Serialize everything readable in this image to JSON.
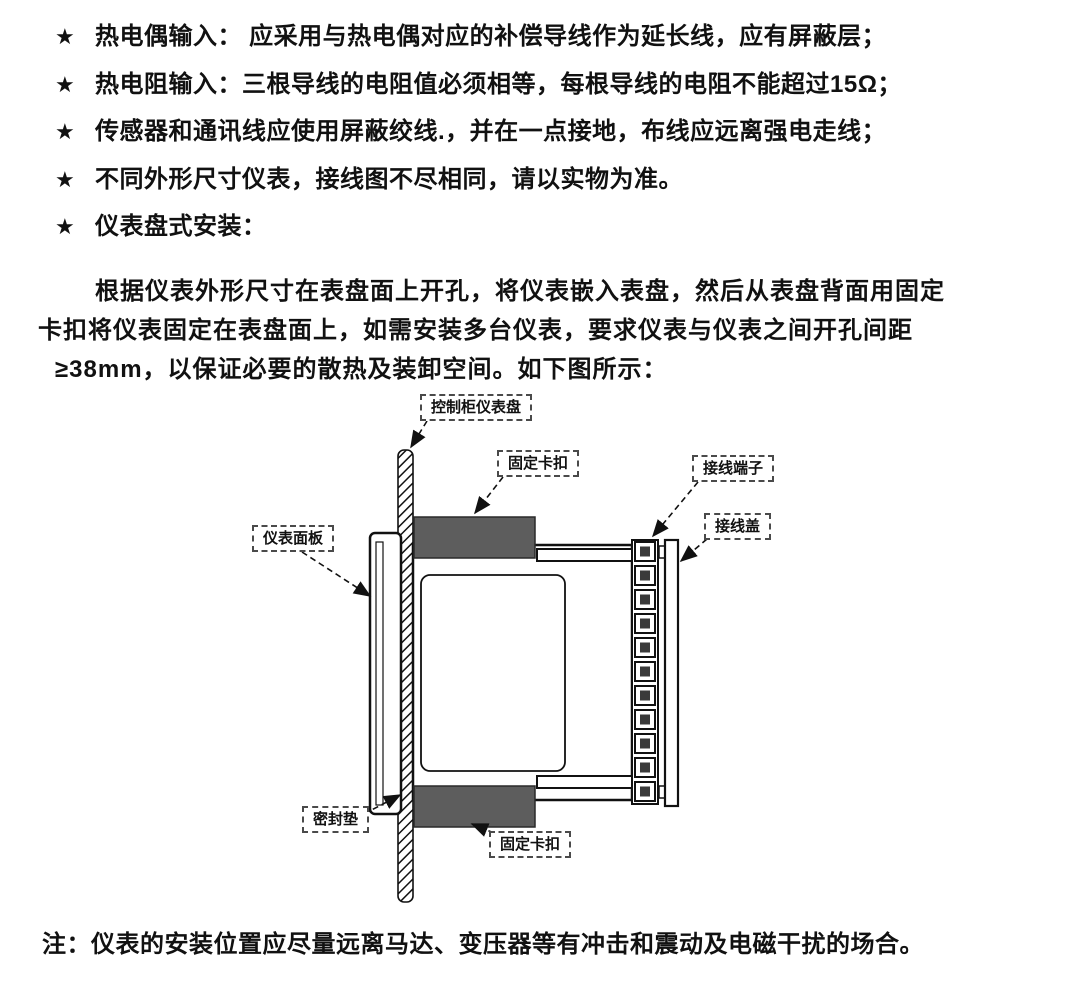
{
  "page": {
    "bullet_marker": "★",
    "bullets": [
      "热电偶输入： 应采用与热电偶对应的补偿导线作为延长线，应有屏蔽层；",
      "热电阻输入：三根导线的电阻值必须相等，每根导线的电阻不能超过15Ω；",
      "传感器和通讯线应使用屏蔽绞线.，并在一点接地，布线应远离强电走线；",
      "不同外形尺寸仪表，接线图不尽相同，请以实物为准。",
      "仪表盘式安装："
    ],
    "paragraph": {
      "line1": "根据仪表外形尺寸在表盘面上开孔，将仪表嵌入表盘，然后从表盘背面用固定",
      "line2": "卡扣将仪表固定在表盘面上，如需安装多台仪表，要求仪表与仪表之间开孔间距",
      "line3": "≥38mm，以保证必要的散热及装卸空间。如下图所示："
    },
    "note": "注：仪表的安装位置应尽量远离马达、变压器等有冲击和震动及电磁干扰的场合。"
  },
  "diagram": {
    "labels": {
      "panel": "控制柜仪表盘",
      "clip_top": "固定卡扣",
      "terminal": "接线端子",
      "cover": "接线盖",
      "front_panel": "仪表面板",
      "gasket": "密封垫",
      "clip_bottom": "固定卡扣"
    },
    "colors": {
      "clip_fill": "#5d5d5d",
      "line": "#111111"
    }
  }
}
